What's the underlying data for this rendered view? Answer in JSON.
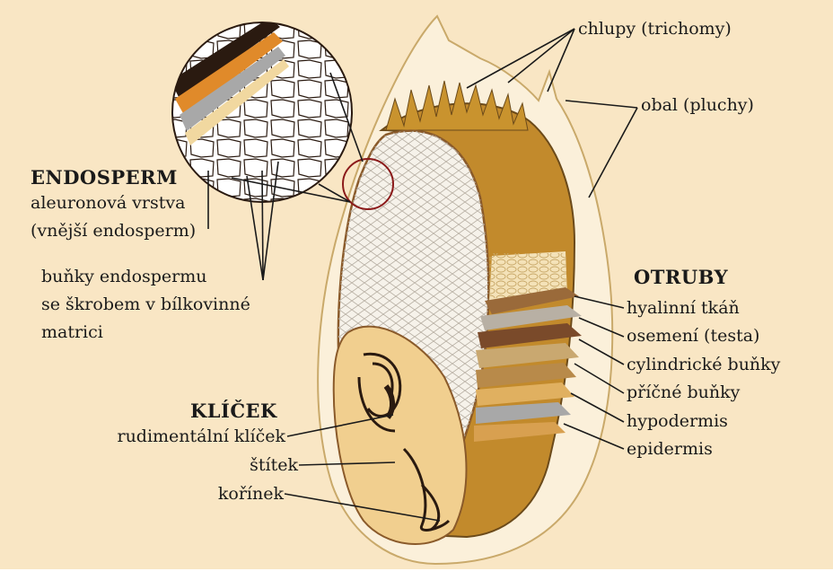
{
  "palette": {
    "background": "#f9e6c4",
    "husk": "#fbf0da",
    "husk_edge": "#c9a96a",
    "endosperm": "#f6f2ea",
    "endosperm_cell": "#b8b0a4",
    "bran_gold": "#c28a2c",
    "bran_brown": "#8a5a2a",
    "germ": "#f1cf8f",
    "germ_dark": "#2a1a10",
    "circle_outline": "#8b1a1a",
    "line": "#1a1a1a"
  },
  "labels": {
    "hairs": "chlupy (trichomy)",
    "husk": "obal (pluchy)",
    "endosperm": {
      "heading": "ENDOSPERM",
      "aleurone_1": "aleuronová vrstva",
      "aleurone_2": "(vnější endosperm)",
      "cells_1": "buňky endospermu",
      "cells_2": "se škrobem v bílkovinné",
      "cells_3": "matrici"
    },
    "bran": {
      "heading": "OTRUBY",
      "hyaline": "hyalinní tkáň",
      "testa": "osemení (testa)",
      "tube_cells": "cylindrické buňky",
      "cross_cells": "příčné buňky",
      "hypodermis": "hypodermis",
      "epidermis": "epidermis"
    },
    "germ": {
      "heading": "KLÍČEK",
      "embryo": "rudimentální klíček",
      "scutellum": "štítek",
      "radicle": "kořínek"
    }
  }
}
